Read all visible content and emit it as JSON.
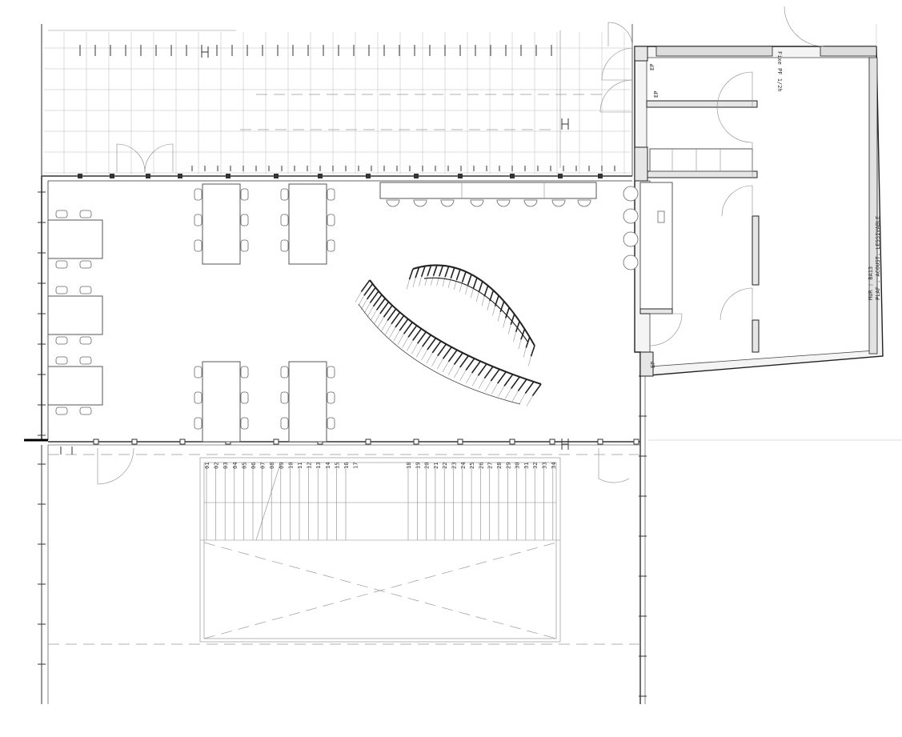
{
  "annotations": {
    "fire_rating": "Fixe PF 1/2h",
    "wall_note": "MUR : BA13",
    "ceiling_note": "PLAF : ACOUST. LESSIVABLE",
    "ep_label": "EP"
  },
  "step_numbers": [
    "01",
    "02",
    "03",
    "04",
    "05",
    "06",
    "07",
    "08",
    "09",
    "10",
    "11",
    "12",
    "13",
    "14",
    "15",
    "16",
    "17",
    "18",
    "19",
    "20",
    "21",
    "22",
    "23",
    "24",
    "25",
    "26",
    "27",
    "28",
    "29",
    "30",
    "31",
    "32",
    "33",
    "34"
  ]
}
